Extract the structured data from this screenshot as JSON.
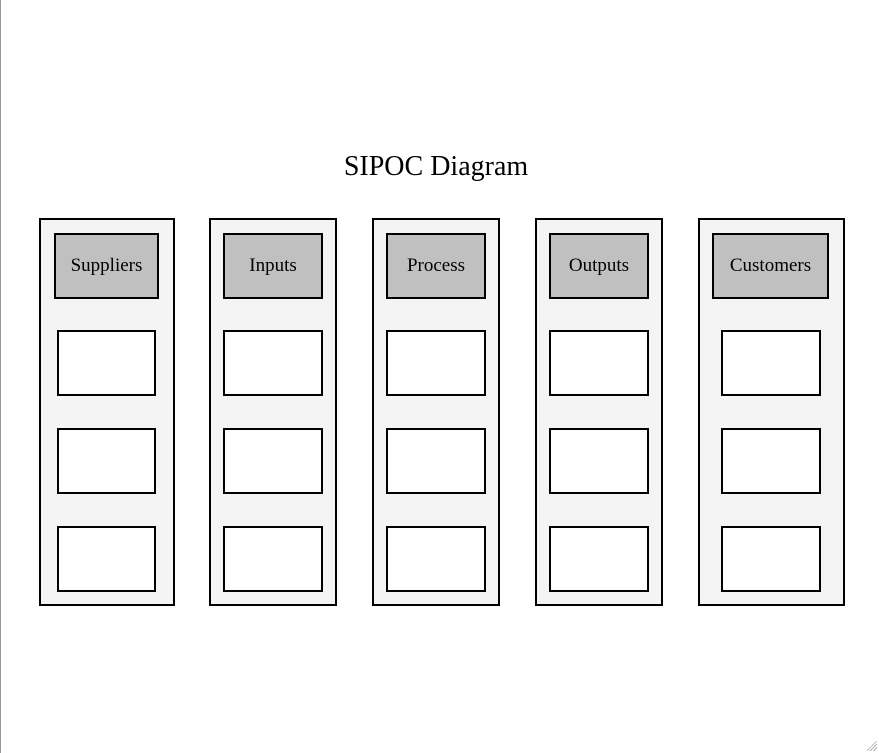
{
  "title": "SIPOC Diagram",
  "colors": {
    "column_background": "#f4f4f4",
    "header_background": "#c0c0c0",
    "cell_background": "#ffffff",
    "border": "#000000"
  },
  "columns": [
    {
      "header": "Suppliers",
      "cells": [
        "",
        "",
        ""
      ]
    },
    {
      "header": "Inputs",
      "cells": [
        "",
        "",
        ""
      ]
    },
    {
      "header": "Process",
      "cells": [
        "",
        "",
        ""
      ]
    },
    {
      "header": "Outputs",
      "cells": [
        "",
        "",
        ""
      ]
    },
    {
      "header": "Customers",
      "cells": [
        "",
        "",
        ""
      ]
    }
  ]
}
